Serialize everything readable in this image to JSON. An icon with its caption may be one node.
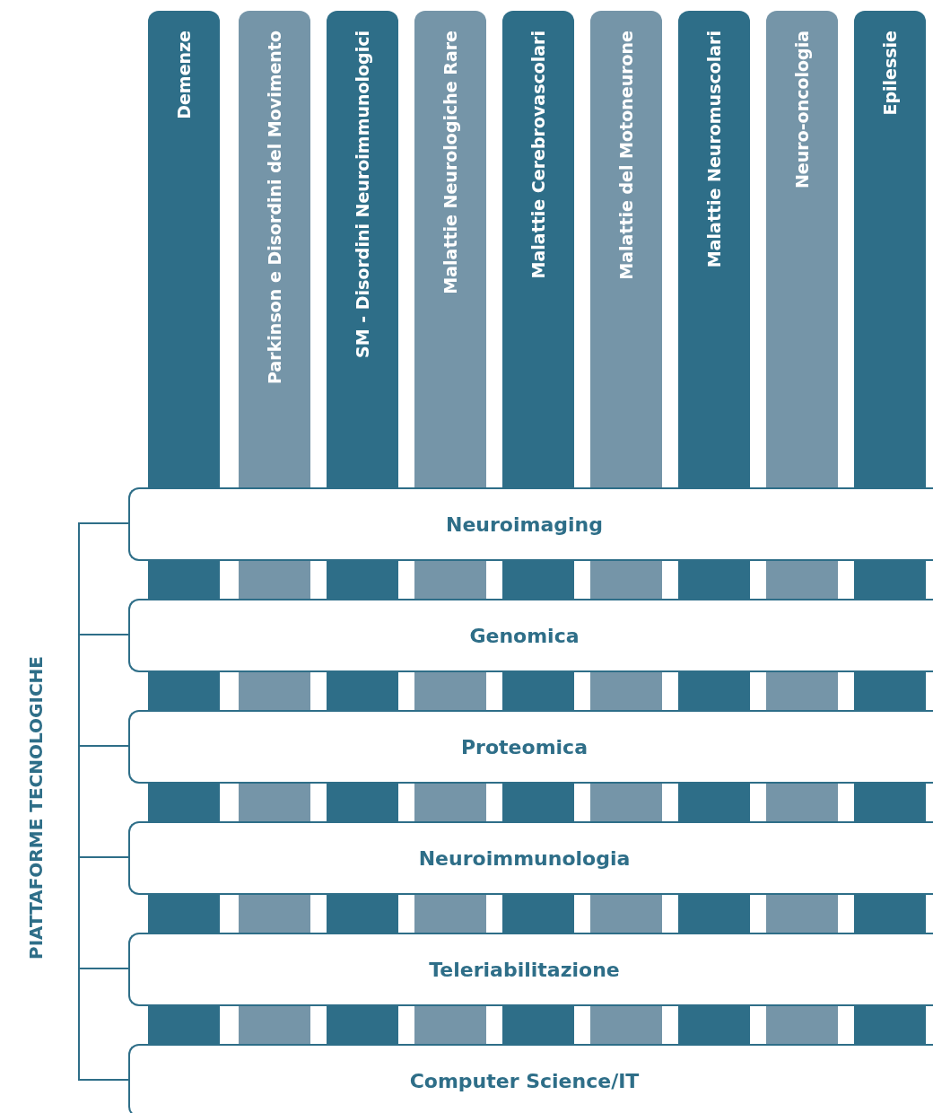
{
  "diagram": {
    "nodes": [
      {
        "text": [
          "Demenze"
        ]
      },
      {
        "text": [
          "Parkinson e Disordini del Movimento"
        ]
      },
      {
        "text": [
          "SM - Disordini Neuroimmunologici"
        ]
      },
      {
        "text": [
          "Malattie Neurologiche Rare"
        ]
      },
      {
        "text": [
          "Malattie Cerebrovascolari"
        ]
      },
      {
        "text": [
          "Malattie del Motoneurone"
        ]
      },
      {
        "text": [
          "Malattie Neuromuscolari"
        ]
      },
      {
        "text": [
          "Neuro-oncologia"
        ]
      },
      {
        "text": [
          "Epilessie"
        ]
      },
      {
        "text": [
          "Neuroimaging"
        ]
      },
      {
        "text": [
          "Genomica"
        ]
      },
      {
        "text": [
          "Proteomica"
        ]
      },
      {
        "text": [
          "Neuroimmunologia"
        ]
      },
      {
        "text": [
          "Teleriabilitazione"
        ]
      },
      {
        "text": [
          "Computer Science/IT"
        ]
      },
      {
        "text": [
          "PIATTAFORME TECNOLOGICHE"
        ]
      }
    ],
    "edges": [
      {
        "from": 15,
        "to": 9,
        "arrow": "none"
      },
      {
        "from": 15,
        "to": 10,
        "arrow": "none"
      },
      {
        "from": 15,
        "to": 11,
        "arrow": "none"
      },
      {
        "from": 15,
        "to": 12,
        "arrow": "none"
      },
      {
        "from": 15,
        "to": 13,
        "arrow": "none"
      },
      {
        "from": 15,
        "to": 14,
        "arrow": "none"
      }
    ]
  }
}
